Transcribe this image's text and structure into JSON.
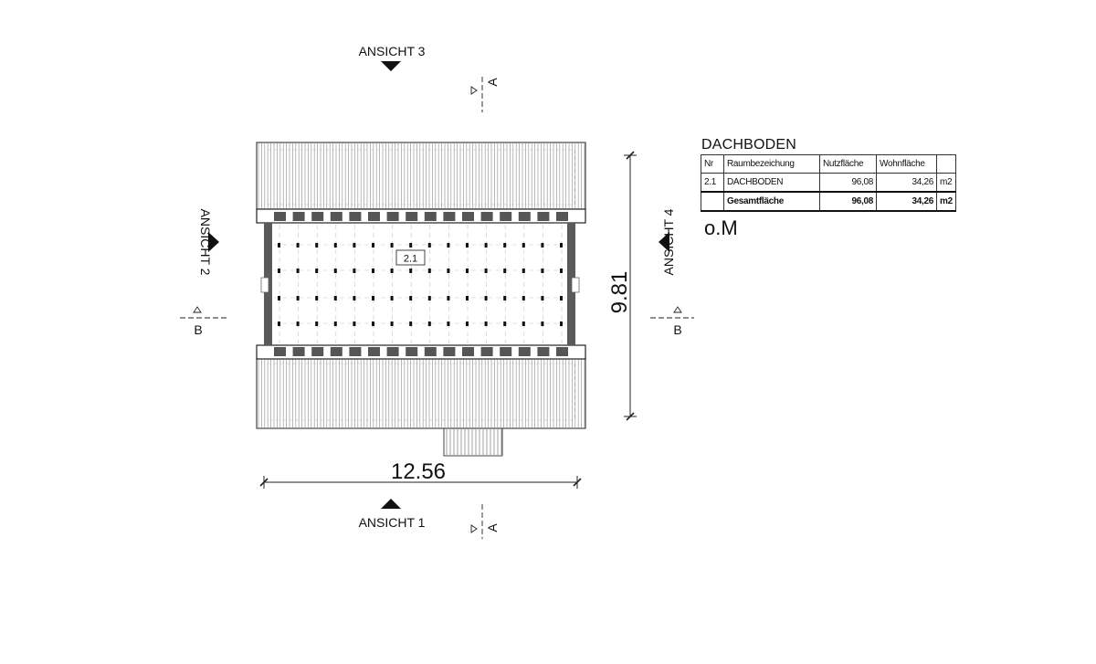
{
  "views": {
    "top": "ANSICHT 3",
    "bottom": "ANSICHT 1",
    "left": "ANSICHT 2",
    "right": "ANSICHT 4"
  },
  "sections": {
    "a_top": "A",
    "a_bottom": "A",
    "b_left": "B",
    "b_right": "B"
  },
  "dimensions": {
    "width": "12.56",
    "depth": "9.81"
  },
  "room_tag": "2.1",
  "room_table": {
    "title": "DACHBODEN",
    "headers": [
      "Nr",
      "Raumbezeichung",
      "Nutzfläche",
      "Wohnfläche"
    ],
    "rows": [
      {
        "nr": "2.1",
        "name": "DACHBODEN",
        "nutz": "96,08",
        "wohn": "34,26",
        "unit": "m2"
      }
    ],
    "total": {
      "label": "Gesamtfläche",
      "nutz": "96,08",
      "wohn": "34,26",
      "unit": "m2"
    },
    "note": "o.M"
  }
}
